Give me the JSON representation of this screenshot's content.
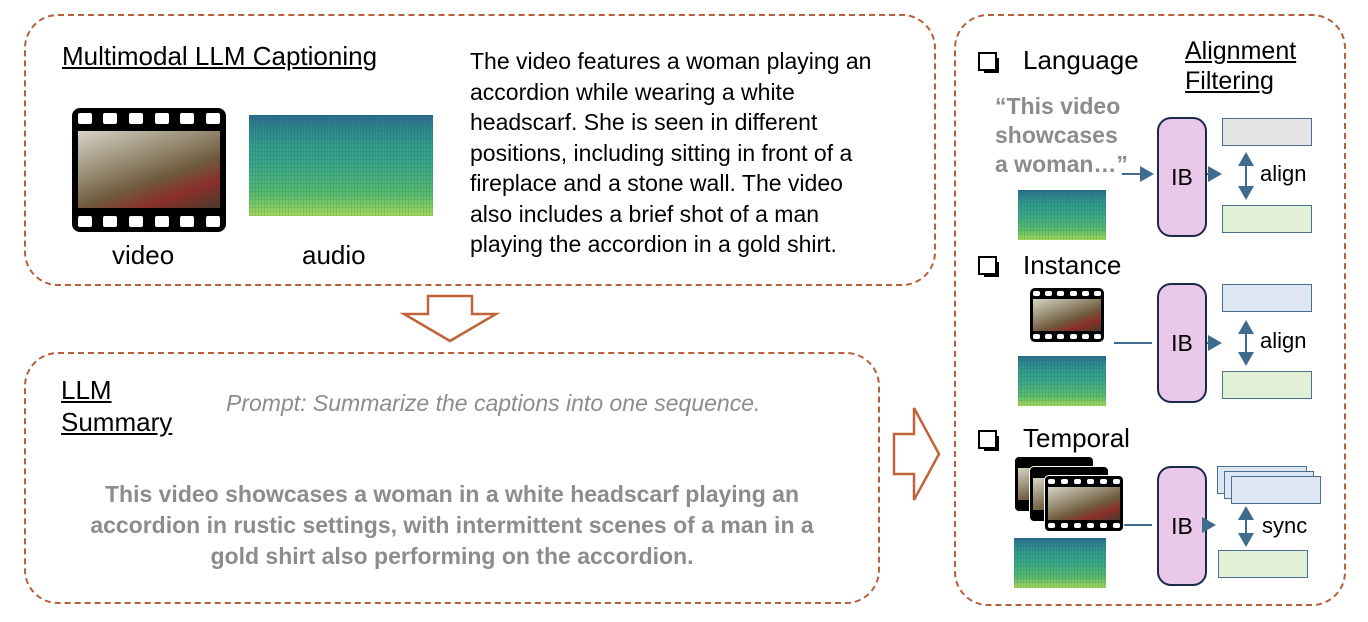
{
  "captioning": {
    "title": "Multimodal LLM Captioning",
    "video_label": "video",
    "audio_label": "audio",
    "caption_lines": [
      "The video features a woman playing an",
      "accordion while wearing a white",
      "headscarf. She is seen in different",
      "positions, including sitting in front of a",
      "fireplace and a stone wall. The video",
      "also includes a brief shot of a man",
      "playing the accordion in a gold shirt."
    ]
  },
  "summary": {
    "title_line1": "LLM",
    "title_line2": "Summary",
    "prompt": "Prompt: Summarize the captions into one sequence.",
    "text_lines": [
      "This video showcases a woman in a white headscarf playing an",
      "accordion in rustic settings, with intermittent scenes of a man in a",
      "gold shirt also performing on the accordion."
    ]
  },
  "filtering": {
    "title_line1": "Alignment",
    "title_line2": "Filtering",
    "language": {
      "label": "Language",
      "quote_lines": [
        "“This video",
        "showcases",
        "a woman…”"
      ],
      "ib": "IB",
      "relation": "align"
    },
    "instance": {
      "label": "Instance",
      "ib": "IB",
      "relation": "align"
    },
    "temporal": {
      "label": "Temporal",
      "ib": "IB",
      "relation": "sync"
    }
  },
  "colors": {
    "dashed_border": "#b5603a",
    "arrow": "#c0633a",
    "ib_fill": "#e9c8ea",
    "connector": "#3f6c8e",
    "gray_text": "#8c8c8c"
  }
}
